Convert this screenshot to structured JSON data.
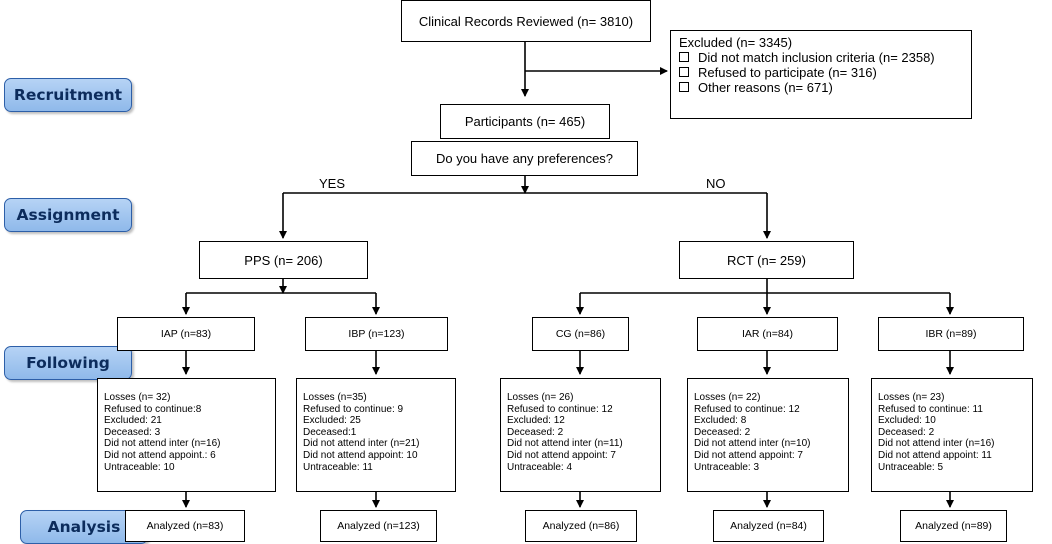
{
  "stages": {
    "recruitment": "Recruitment",
    "assignment": "Assignment",
    "following": "Following",
    "analysis": "Analysis"
  },
  "records": "Clinical Records Reviewed (n= 3810)",
  "excluded": {
    "title": "Excluded (n= 3345)",
    "items": [
      "Did not match inclusion criteria (n= 2358)",
      "Refused to participate (n= 316)",
      "Other reasons (n= 671)"
    ]
  },
  "participants": "Participants (n= 465)",
  "question": "Do you have any preferences?",
  "yes_label": "YES",
  "no_label": "NO",
  "pps": "PPS (n= 206)",
  "rct": "RCT (n= 259)",
  "groups": [
    {
      "name": "IAP (n=83)",
      "losses": [
        "Losses (n= 32)",
        "Refused to continue:8",
        "Excluded: 21",
        "Deceased: 3",
        "Did not attend inter (n=16)",
        "Did not attend appoint.: 6",
        "Untraceable: 10"
      ],
      "analyzed": "Analyzed (n=83)"
    },
    {
      "name": "IBP (n=123)",
      "losses": [
        "Losses (n=35)",
        "Refused to continue: 9",
        "Excluded: 25",
        "Deceased:1",
        "Did not attend inter (n=21)",
        "Did not attend appoint: 10",
        "Untraceable: 11"
      ],
      "analyzed": "Analyzed (n=123)"
    },
    {
      "name": "CG (n=86)",
      "losses": [
        "Losses (n= 26)",
        "Refused to continue: 12",
        "Excluded: 12",
        "Deceased: 2",
        "Did not attend inter (n=11)",
        "Did not attend appoint: 7",
        "Untraceable: 4"
      ],
      "analyzed": "Analyzed (n=86)"
    },
    {
      "name": "IAR  (n=84)",
      "losses": [
        "Losses (n= 22)",
        "Refused to continue: 12",
        "Excluded: 8",
        "Deceased: 2",
        "Did not attend inter (n=10)",
        "Did not attend appoint: 7",
        "Untraceable: 3"
      ],
      "analyzed": "Analyzed (n=84)"
    },
    {
      "name": "IBR (n=89)",
      "losses": [
        "Losses (n= 23)",
        "Refused to continue: 11",
        "Excluded: 10",
        "Deceased: 2",
        "Did not attend inter (n=16)",
        "Did not attend appoint: 11",
        "Untraceable: 5"
      ],
      "analyzed": "Analyzed (n=89)"
    }
  ]
}
